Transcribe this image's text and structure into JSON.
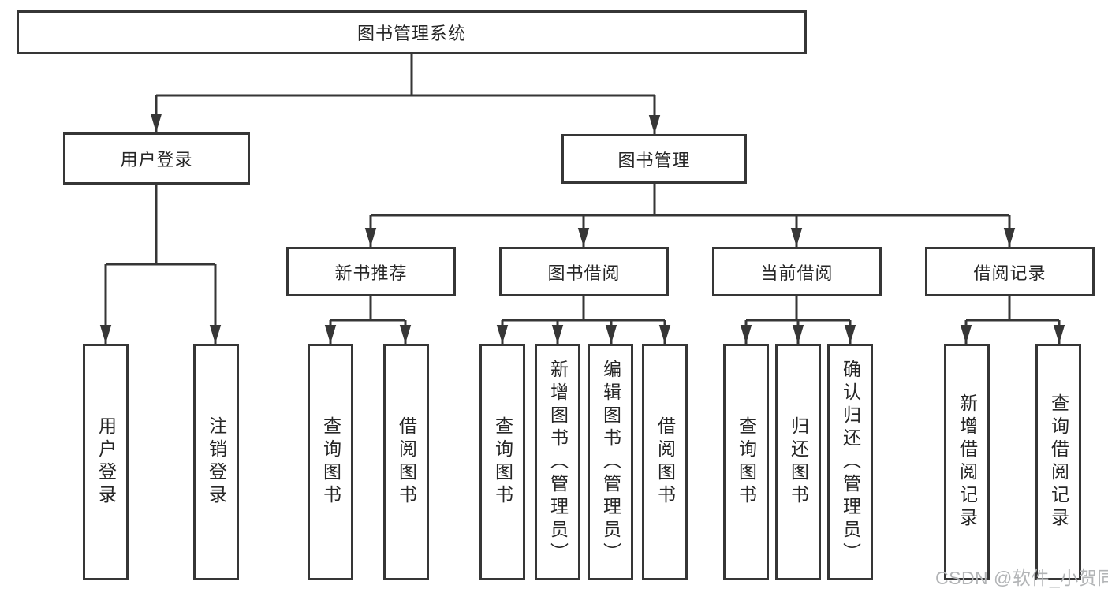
{
  "tree": {
    "label": "图书管理系统",
    "children": [
      {
        "label": "用户登录",
        "children": [
          {
            "label": "用户登录"
          },
          {
            "label": "注销登录"
          }
        ]
      },
      {
        "label": "图书管理",
        "children": [
          {
            "label": "新书推荐",
            "children": [
              {
                "label": "查询图书"
              },
              {
                "label": "借阅图书"
              }
            ]
          },
          {
            "label": "图书借阅",
            "children": [
              {
                "label": "查询图书"
              },
              {
                "label": "新增图书（管理员）"
              },
              {
                "label": "编辑图书（管理员）"
              },
              {
                "label": "借阅图书"
              }
            ]
          },
          {
            "label": "当前借阅",
            "children": [
              {
                "label": "查询图书"
              },
              {
                "label": "归还图书"
              },
              {
                "label": "确认归还（管理员）"
              }
            ]
          },
          {
            "label": "借阅记录",
            "children": [
              {
                "label": "新增借阅记录"
              },
              {
                "label": "查询借阅记录"
              }
            ]
          }
        ]
      }
    ]
  },
  "watermark": "CSDN @软件_小贺同学",
  "colors": {
    "line": "#363636",
    "box_border": "#363636",
    "text": "#262626",
    "watermark": "#b2b4b6",
    "background": "#ffffff"
  }
}
